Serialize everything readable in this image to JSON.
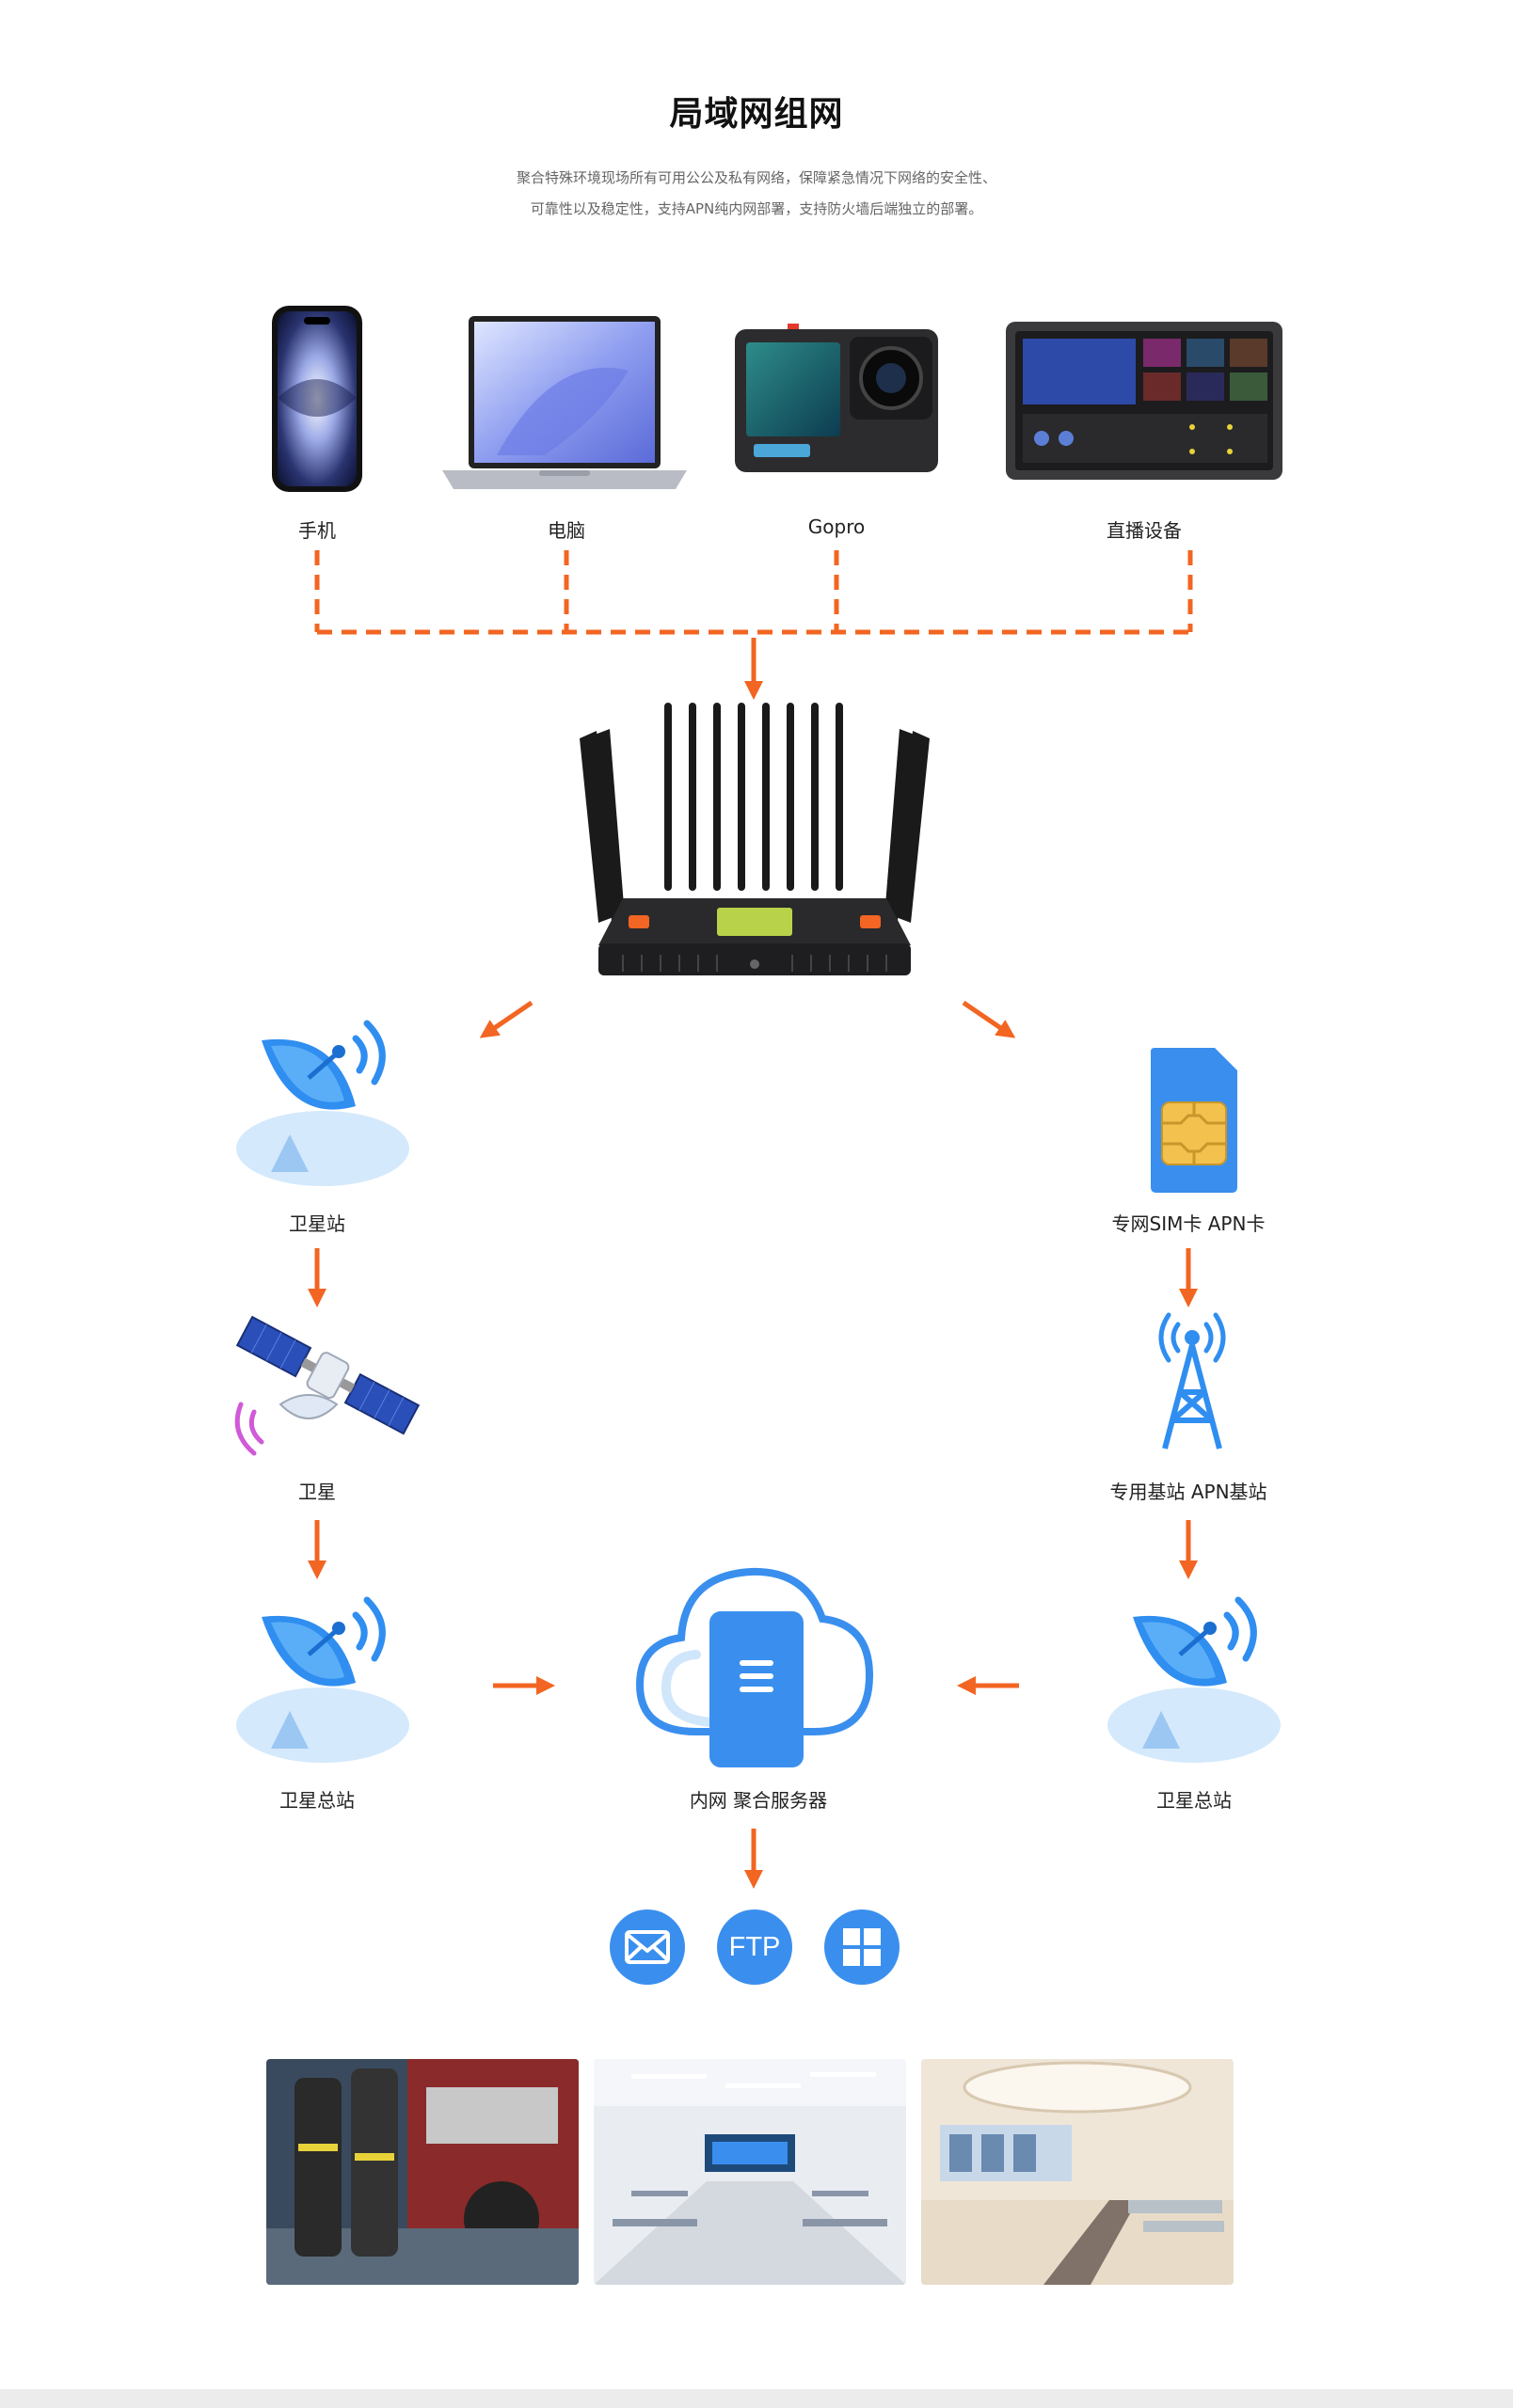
{
  "title": "局域网组网",
  "description": [
    "聚合特殊环境现场所有可用公公及私有网络，保障紧急情况下网络的安全性、",
    "可靠性以及稳定性，支持APN纯内网部署，支持防火墙后端独立的部署。"
  ],
  "devices": [
    {
      "label": "手机",
      "icon": "smartphone-icon"
    },
    {
      "label": "电脑",
      "icon": "laptop-icon"
    },
    {
      "label": "Gopro",
      "icon": "action-camera-icon"
    },
    {
      "label": "直播设备",
      "icon": "live-switcher-icon"
    }
  ],
  "router": {
    "icon": "multi-antenna-router-icon"
  },
  "left_chain": [
    {
      "label": "卫星站",
      "icon": "satellite-dish-icon"
    },
    {
      "label": "卫星",
      "icon": "satellite-icon"
    },
    {
      "label": "卫星总站",
      "icon": "satellite-dish-icon"
    }
  ],
  "right_chain": [
    {
      "label": "专网SIM卡 APN卡",
      "icon": "sim-card-icon"
    },
    {
      "label": "专用基站 APN基站",
      "icon": "cell-tower-icon"
    },
    {
      "label": "卫星总站",
      "icon": "satellite-dish-icon"
    }
  ],
  "server": {
    "label": "内网 聚合服务器",
    "icon": "cloud-server-icon"
  },
  "services": [
    {
      "icon": "mail-icon",
      "text": ""
    },
    {
      "icon": "ftp-icon",
      "text": "FTP"
    },
    {
      "icon": "windows-icon",
      "text": ""
    }
  ],
  "scenes": [
    {
      "icon": "firefighters-photo"
    },
    {
      "icon": "command-center-photo"
    },
    {
      "icon": "service-hall-photo"
    }
  ],
  "colors": {
    "accent": "#f26522",
    "blue": "#3a8fee",
    "light_blue": "#cfe6fb"
  }
}
